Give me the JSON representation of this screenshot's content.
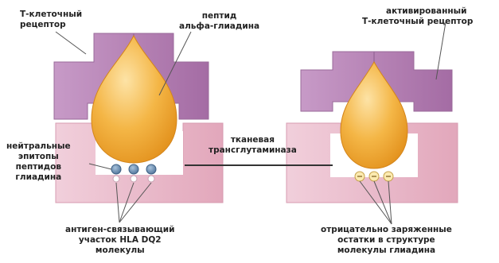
{
  "labels": {
    "tcr_left": [
      "Т-клеточный",
      "рецептор"
    ],
    "peptide": [
      "пептид",
      "альфа-глиадина"
    ],
    "neutral_epitopes": [
      "нейтральные",
      "эпитопы",
      "пептидов",
      "глиадина"
    ],
    "antigen_site": [
      "антиген-связывающий",
      "участок HLA DQ2",
      "молекулы"
    ],
    "enzyme": [
      "тканевая",
      "трансглутаминаза"
    ],
    "activated_tcr": [
      "активированный",
      "Т-клеточный рецептор"
    ],
    "negative_residues": [
      "отрицательно заряженные",
      "остатки в структуре",
      "молекулы глиадина"
    ]
  },
  "colors": {
    "receptor_purple": "#b07ab0",
    "receptor_light": "#d7b7d6",
    "hla_pink": "#e7b7c7",
    "hla_light": "#f3d9e2",
    "peptide_orange": "#f0a92c",
    "peptide_light": "#fbe0a1",
    "neutral_blue": "#6e8fb0",
    "negative_yellow": "#f7e7a8"
  },
  "icons": {
    "neutral_epitope": "blue-circle",
    "negative_residue": "minus-circle"
  }
}
